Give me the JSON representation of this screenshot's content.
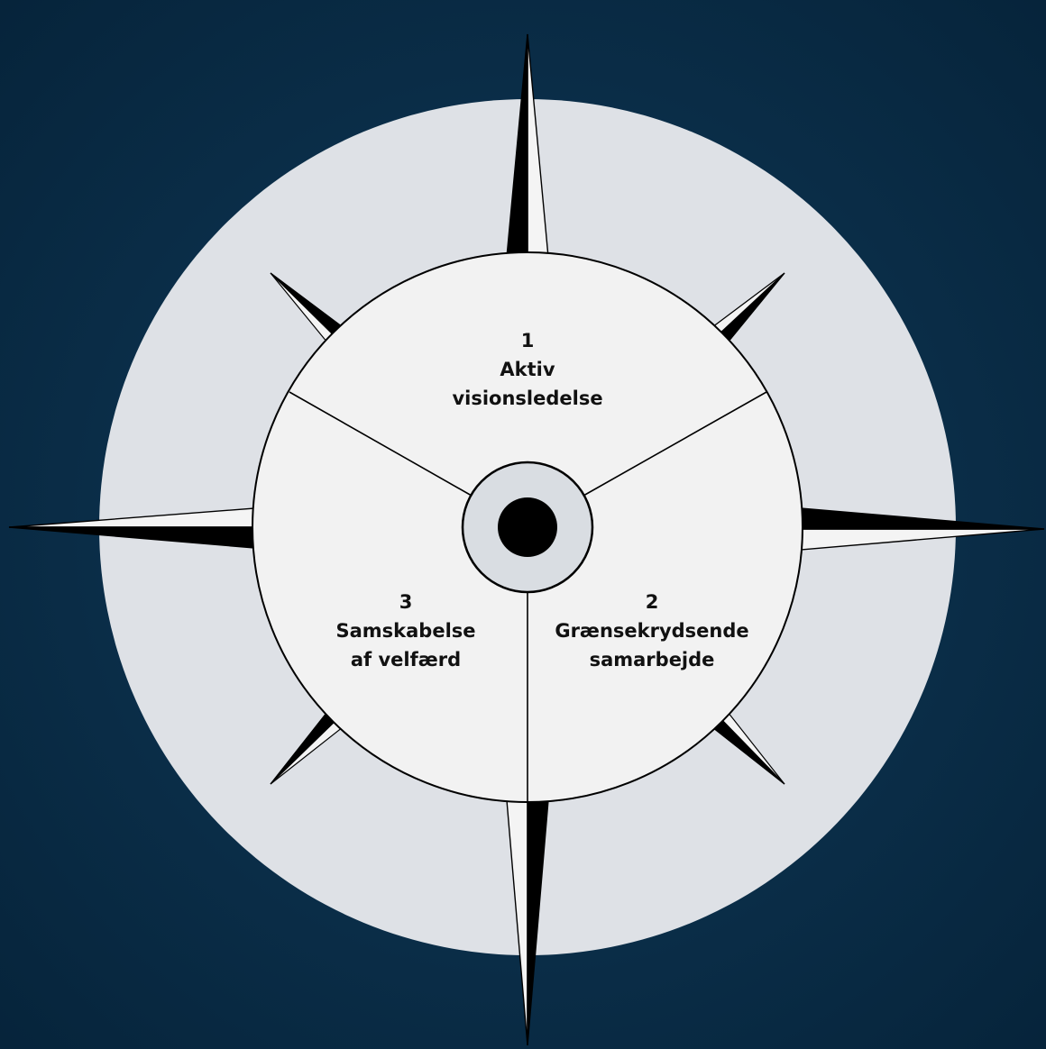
{
  "colors": {
    "background": "#0b2d47",
    "background_dark": "#082236",
    "outer_disc": "#dee1e6",
    "inner_disc": "#f2f2f2",
    "ink": "#000000",
    "hub": "#d9dde2"
  },
  "segments": [
    {
      "number": "1",
      "line1": "Aktiv",
      "line2": "visionsledelse"
    },
    {
      "number": "2",
      "line1": "Grænsekrydsende",
      "line2": "samarbejde"
    },
    {
      "number": "3",
      "line1": "Samskabelse",
      "line2": "af velfærd"
    }
  ]
}
